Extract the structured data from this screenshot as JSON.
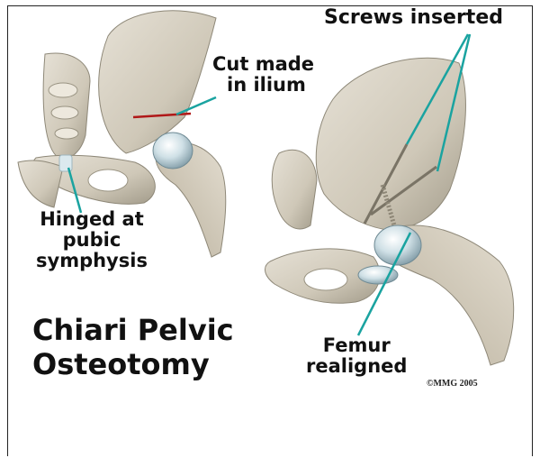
{
  "labels": {
    "cut_line1": "Cut made",
    "cut_line2": "in ilium",
    "screws": "Screws inserted",
    "hinged_line1": "Hinged at",
    "hinged_line2": "pubic",
    "hinged_line3": "symphysis",
    "femur_line1": "Femur",
    "femur_line2": "realigned"
  },
  "title": {
    "line1": "Chiari Pelvic",
    "line2": "Osteotomy"
  },
  "copyright": "©MMG 2005",
  "colors": {
    "bone": "#d8d2c4",
    "bone_shadow": "#a8a292",
    "cartilage": "#c9dde4",
    "pointer": "#1aa3a0",
    "cut_line": "#b01818"
  }
}
